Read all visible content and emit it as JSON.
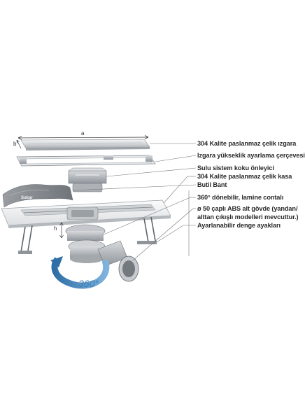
{
  "dimensions": {
    "a": "a",
    "b": "b",
    "h": "h"
  },
  "rotation": "360°",
  "brand": "Sukar",
  "labels": [
    "304 Kalite paslanmaz çelik ızgara",
    "Izgara yükseklik ayarlama çerçevesi",
    "Sulu sistem koku önleyici",
    "304 Kalite paslanmaz çelik kasa",
    "Butil Bant",
    "360° dönebilir, lamine contalı",
    "ø 50 çaplı ABS alt gövde (yandan/",
    "alttan çıkışlı modelleri mevcuttur.)",
    "Ayarlanabilir denge ayakları"
  ],
  "colors": {
    "steel": "#c9ccd0",
    "steel_dark": "#8e949a",
    "abs_body": "#b8bcc0",
    "arrow": "#3b7fb8",
    "leader": "#666666"
  }
}
